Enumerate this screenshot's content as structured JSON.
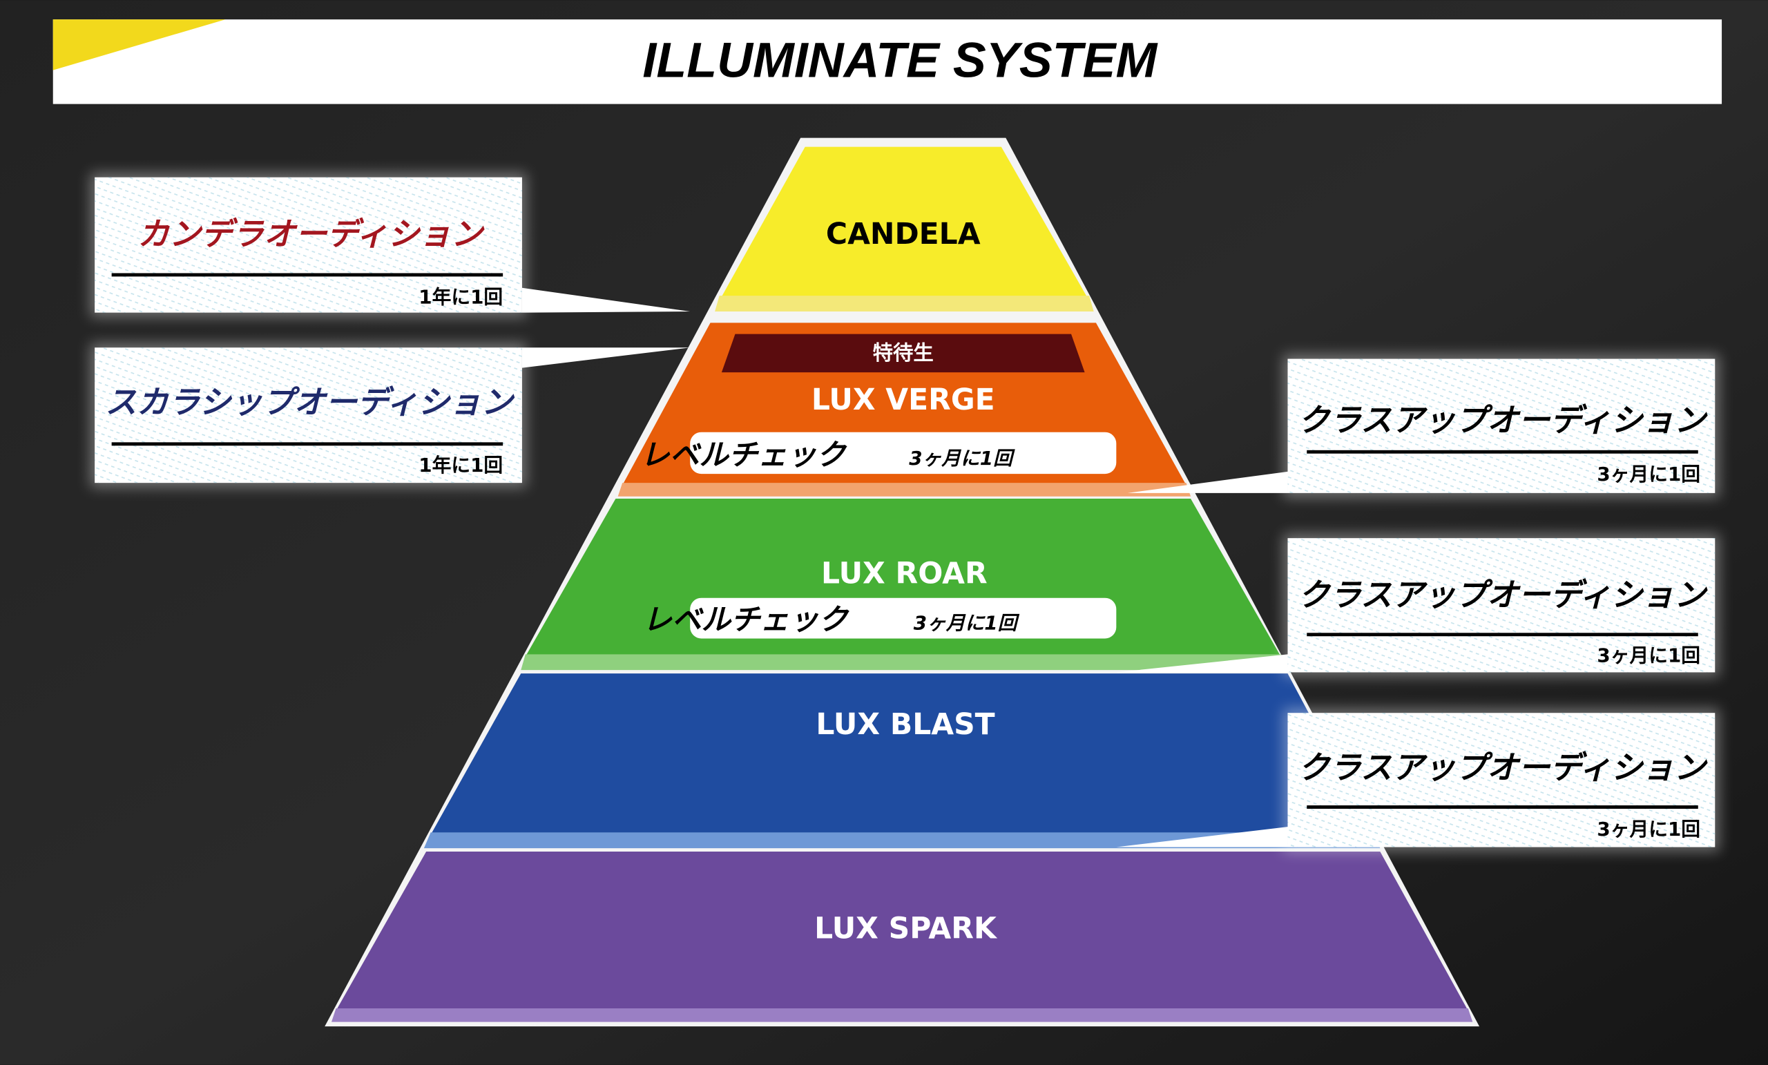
{
  "title": "ILLUMINATE SYSTEM",
  "tiers": [
    {
      "name": "CANDELA",
      "color": "#f7ec2a"
    },
    {
      "name": "LUX VERGE",
      "badge": "特待生",
      "level_check": "レベルチェック",
      "level_freq": "3ヶ月に1回",
      "color": "#e85d0a"
    },
    {
      "name": "LUX ROAR",
      "level_check": "レベルチェック",
      "level_freq": "3ヶ月に1回",
      "color": "#46b035"
    },
    {
      "name": "LUX BLAST",
      "color": "#1f4ca0"
    },
    {
      "name": "LUX SPARK",
      "color": "#6b4a9c"
    }
  ],
  "left_callouts": [
    {
      "title": "カンデラオーディション",
      "freq": "1年に1回",
      "color": "#a3161f"
    },
    {
      "title": "スカラシップオーディション",
      "freq": "1年に1回",
      "color": "#1f2a6b"
    }
  ],
  "right_callouts": [
    {
      "title": "クラスアップオーディション",
      "freq": "3ヶ月に1回"
    },
    {
      "title": "クラスアップオーディション",
      "freq": "3ヶ月に1回"
    },
    {
      "title": "クラスアップオーディション",
      "freq": "3ヶ月に1回"
    }
  ]
}
